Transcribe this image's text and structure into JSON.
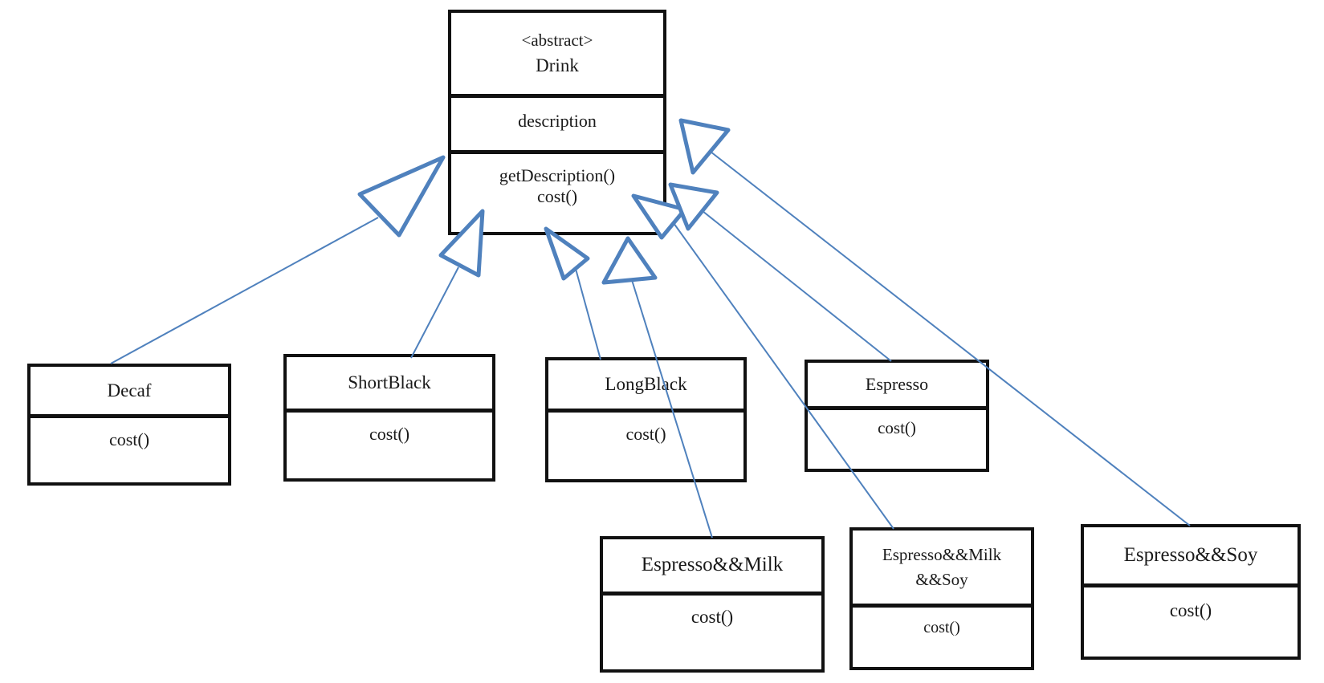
{
  "diagram": {
    "title": "Drink decorator UML class diagram",
    "colors": {
      "accent": "#4f81bd",
      "border": "#111111",
      "background": "#ffffff"
    },
    "classes": {
      "drink": {
        "stereotype": "<abstract>",
        "name": "Drink",
        "attributes": [
          "description"
        ],
        "methods": [
          "getDescription()",
          "cost()"
        ]
      },
      "decaf": {
        "name": "Decaf",
        "methods": [
          "cost()"
        ]
      },
      "shortblack": {
        "name": "ShortBlack",
        "methods": [
          "cost()"
        ]
      },
      "longblack": {
        "name": "LongBlack",
        "methods": [
          "cost()"
        ]
      },
      "espresso": {
        "name": "Espresso",
        "methods": [
          "cost()"
        ]
      },
      "espresso_milk": {
        "name": "Espresso&&Milk",
        "methods": [
          "cost()"
        ]
      },
      "espresso_milk_soy": {
        "name_line1": "Espresso&&Milk",
        "name_line2": "&&Soy",
        "methods": [
          "cost()"
        ]
      },
      "espresso_soy": {
        "name": "Espresso&&Soy",
        "methods": [
          "cost()"
        ]
      }
    },
    "relationships": [
      {
        "from": "Decaf",
        "to": "Drink",
        "type": "inheritance"
      },
      {
        "from": "ShortBlack",
        "to": "Drink",
        "type": "inheritance"
      },
      {
        "from": "LongBlack",
        "to": "Drink",
        "type": "inheritance"
      },
      {
        "from": "Espresso",
        "to": "Drink",
        "type": "inheritance"
      },
      {
        "from": "Espresso&&Milk",
        "to": "Drink",
        "type": "inheritance"
      },
      {
        "from": "Espresso&&Milk&&Soy",
        "to": "Drink",
        "type": "inheritance"
      },
      {
        "from": "Espresso&&Soy",
        "to": "Drink",
        "type": "inheritance"
      }
    ]
  }
}
